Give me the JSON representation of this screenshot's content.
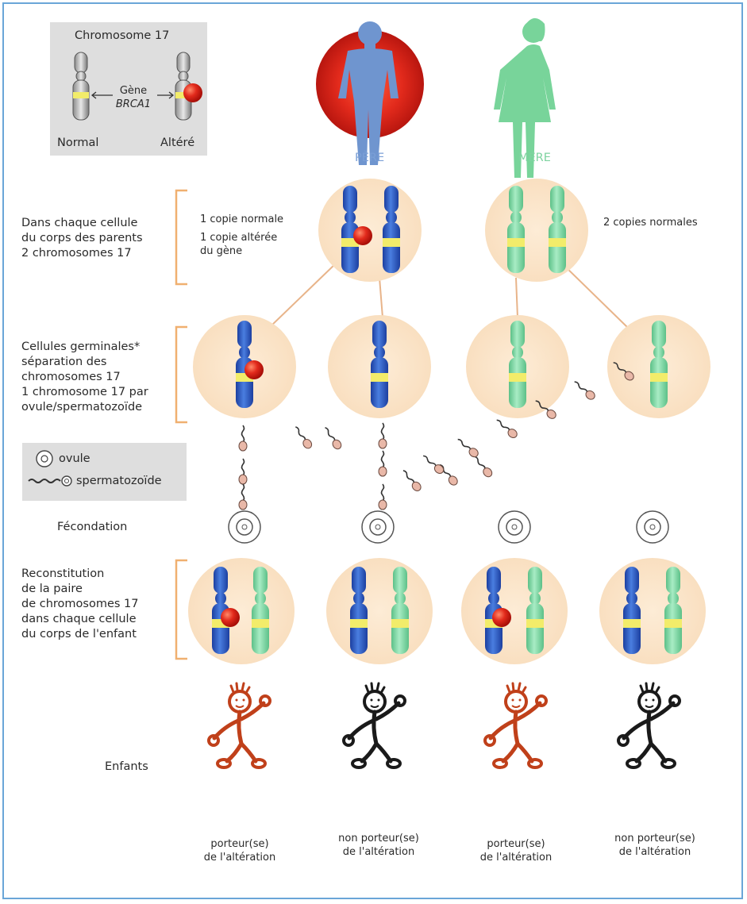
{
  "legend_chromosome": {
    "title": "Chromosome 17",
    "gene_label": "Gène",
    "gene_name": "BRCA1",
    "normal": "Normal",
    "altered": "Altéré"
  },
  "parents": {
    "father": "PÈRE",
    "mother": "MÈRE"
  },
  "rows": {
    "body_cells": [
      "Dans chaque cellule",
      "du corps des parents",
      "2 chromosomes 17"
    ],
    "germ_cells": [
      "Cellules germinales*",
      "séparation des",
      "chromosomes 17",
      "1 chromosome 17 par",
      "ovule/spermatozoïde"
    ],
    "fertilization": "Fécondation",
    "reconstitution": [
      "Reconstitution",
      "de la paire",
      "de chromosomes 17",
      "dans chaque cellule",
      "du corps de l'enfant"
    ],
    "children": "Enfants"
  },
  "father_copies": [
    "1 copie normale",
    "1 copie altérée",
    "du gène"
  ],
  "mother_copies": "2 copies normales",
  "legend_gametes": {
    "ovum": "ovule",
    "sperm": "spermatozoïde"
  },
  "children_status": [
    [
      "porteur(se)",
      "de l'altération"
    ],
    [
      "non porteur(se)",
      "de l'altération"
    ],
    [
      "porteur(se)",
      "de l'altération"
    ],
    [
      "non porteur(se)",
      "de l'altération"
    ]
  ],
  "colors": {
    "frame": "#6aa6d8",
    "father_blue": "#2f5fc4",
    "mother_green": "#7fd3a0",
    "gene_yellow": "#f2ec6a",
    "alteration_red": "#d8241c",
    "cell_peach": "#fbe6cc",
    "bracket_orange": "#f0b070",
    "carrier_child": "#c0401a",
    "non_carrier_child": "#1a1a1a"
  }
}
